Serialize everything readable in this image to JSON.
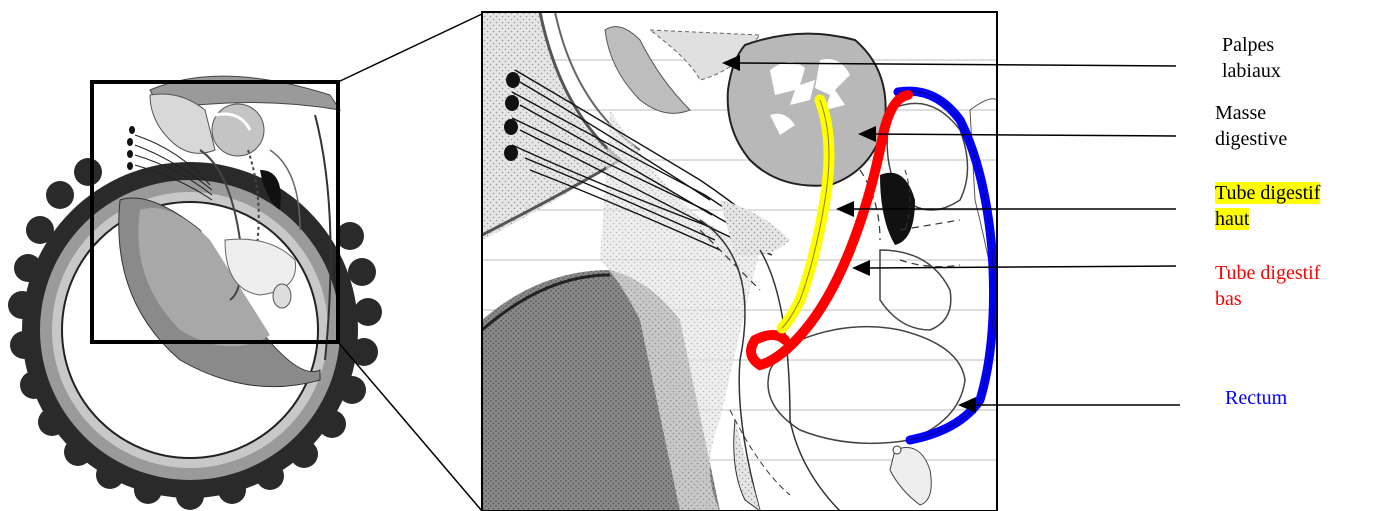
{
  "labels": {
    "palpes": {
      "line1": "Palpes",
      "line2": "labiaux",
      "color": "#000000"
    },
    "masse": {
      "line1": "Masse",
      "line2": "digestive",
      "color": "#000000"
    },
    "tube_haut": {
      "line1": "Tube digestif",
      "line2": "haut",
      "color": "#000000",
      "highlight": "#ffff00"
    },
    "tube_bas": {
      "line1": "Tube digestif",
      "line2": "bas",
      "color": "#ff0000"
    },
    "rectum": {
      "text": "Rectum",
      "color": "#0000ff"
    }
  },
  "colors": {
    "tube_haut": "#ffff00",
    "tube_bas": "#ff0000",
    "rectum": "#0000ff",
    "digestive_mass": "#b8b8b8",
    "shell": "#2a2a2a"
  }
}
